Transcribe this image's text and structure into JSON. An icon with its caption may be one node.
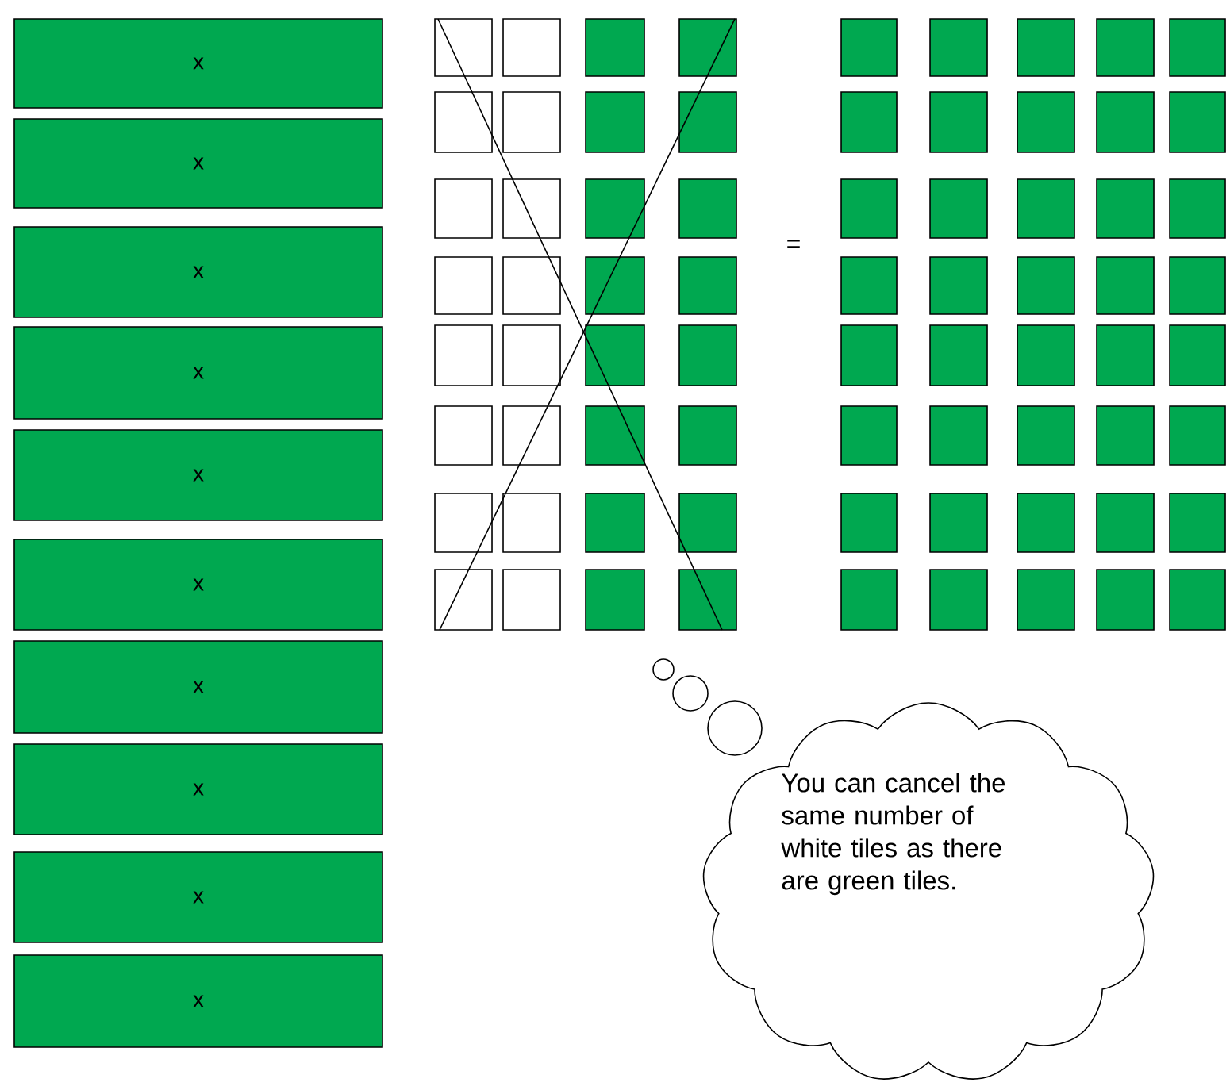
{
  "diagram": {
    "nodes": [
      {
        "text": [
          "x"
        ]
      },
      {
        "text": [
          "x"
        ]
      },
      {
        "text": [
          "x"
        ]
      },
      {
        "text": [
          "x"
        ]
      },
      {
        "text": [
          "x"
        ]
      },
      {
        "text": [
          "x"
        ]
      },
      {
        "text": [
          "x"
        ]
      },
      {
        "text": [
          "x"
        ]
      },
      {
        "text": [
          "x"
        ]
      },
      {
        "text": [
          "x"
        ]
      },
      {
        "text": [
          "You can cancel the same number of white tiles as there are green tiles."
        ]
      }
    ],
    "labels": [
      "="
    ]
  }
}
